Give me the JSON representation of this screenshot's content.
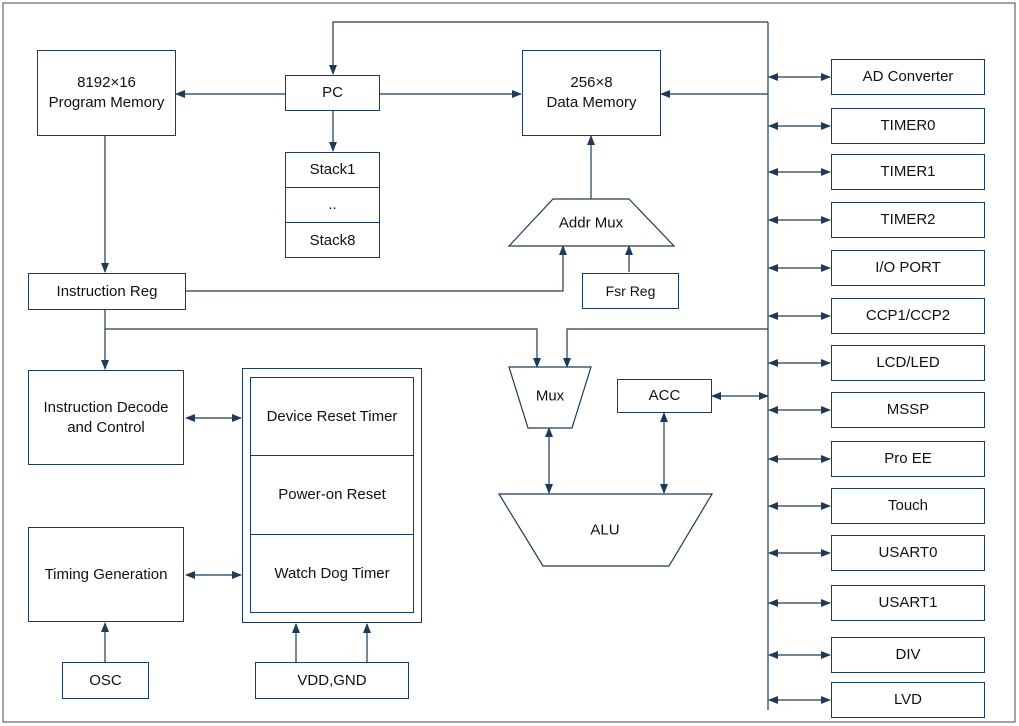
{
  "blocks": {
    "program_memory": [
      "8192×16",
      "Program Memory"
    ],
    "pc": "PC",
    "data_memory": [
      "256×8",
      "Data Memory"
    ],
    "stack": [
      "Stack1",
      "..",
      "Stack8"
    ],
    "addr_mux": "Addr Mux",
    "fsr_reg": "Fsr Reg",
    "instruction_reg": "Instruction Reg",
    "instruction_decode": [
      "Instruction Decode",
      "and Control"
    ],
    "reset_group": [
      "Device Reset Timer",
      "Power-on Reset",
      "Watch Dog Timer"
    ],
    "timing_generation": "Timing Generation",
    "osc": "OSC",
    "vdd_gnd": "VDD,GND",
    "mux": "Mux",
    "acc": "ACC",
    "alu": "ALU"
  },
  "peripherals": [
    "AD Converter",
    "TIMER0",
    "TIMER1",
    "TIMER2",
    "I/O PORT",
    "CCP1/CCP2",
    "LCD/LED",
    "MSSP",
    "Pro EE",
    "Touch",
    "USART0",
    "USART1",
    "DIV",
    "LVD"
  ],
  "colors": {
    "line": "#1f3a57",
    "frame": "#4a4a4a"
  }
}
